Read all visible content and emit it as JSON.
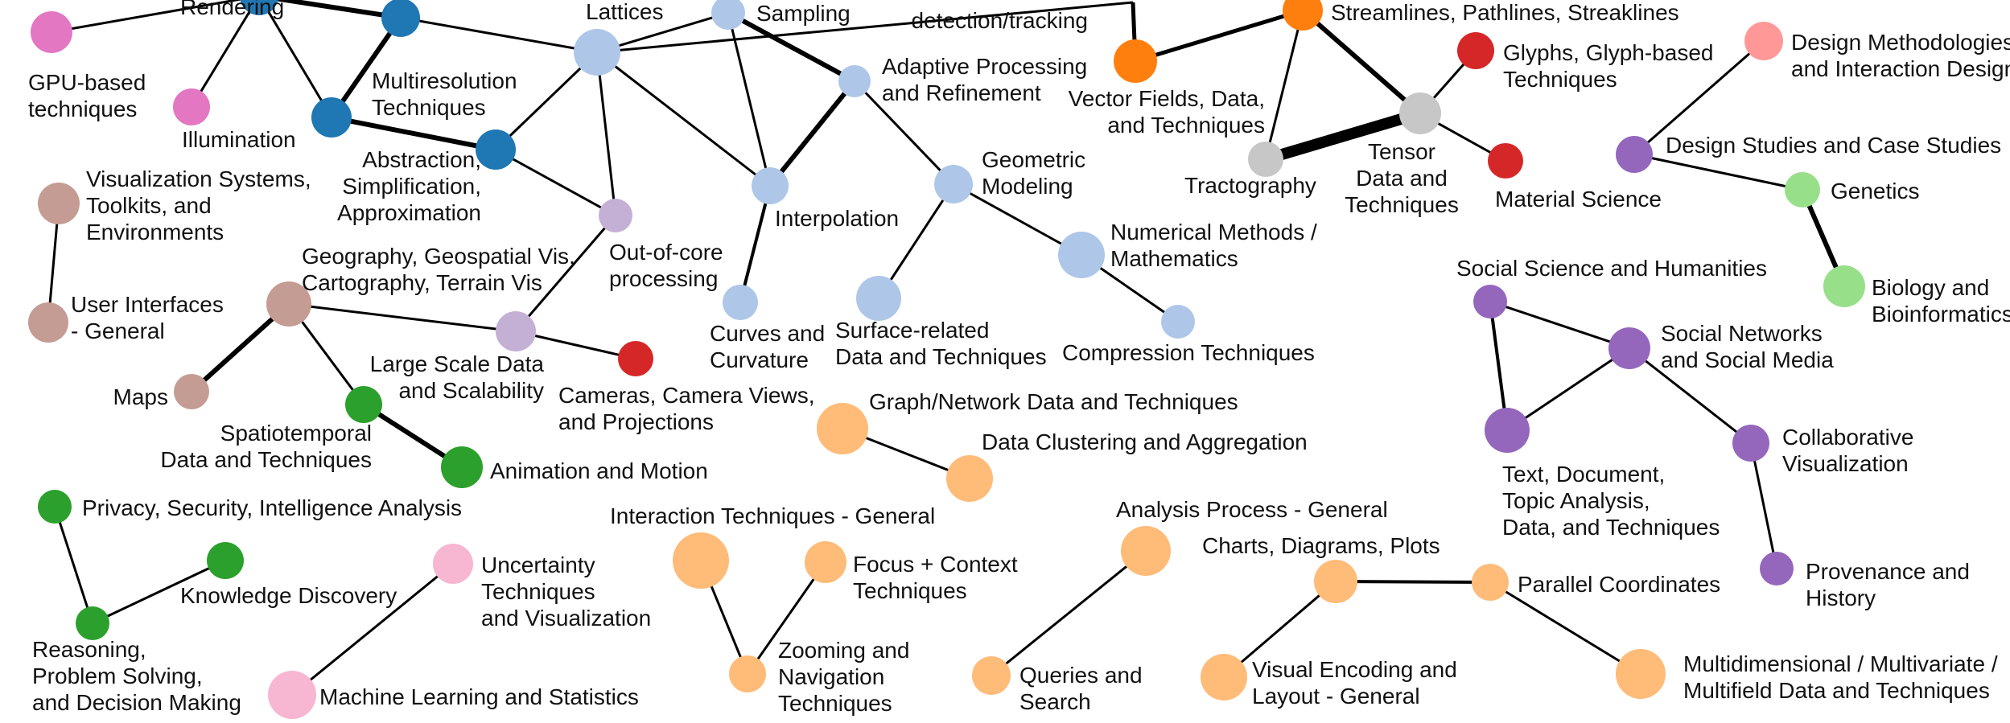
{
  "graph": {
    "nodes": [
      {
        "id": "gpu",
        "color": "#e377c2",
        "lines": [
          "GPU-based",
          "techniques"
        ]
      },
      {
        "id": "illumination",
        "color": "#e377c2",
        "lines": [
          "Illumination"
        ]
      },
      {
        "id": "rendering",
        "color": "#1f77b4",
        "lines": [
          "Rendering"
        ]
      },
      {
        "id": "multires",
        "color": "#1f77b4",
        "lines": [
          "Multiresolution",
          "Techniques"
        ]
      },
      {
        "id": "blue_center",
        "color": "#1f77b4",
        "lines": []
      },
      {
        "id": "abstraction",
        "color": "#1f77b4",
        "lines": [
          "Abstraction,",
          "Simplification,",
          "Approximation"
        ]
      },
      {
        "id": "lattices",
        "color": "#aec7e8",
        "lines": [
          "Lattices"
        ]
      },
      {
        "id": "sampling",
        "color": "#aec7e8",
        "lines": [
          "Sampling"
        ]
      },
      {
        "id": "adaptive",
        "color": "#aec7e8",
        "lines": [
          "Adaptive Processing",
          "and Refinement"
        ]
      },
      {
        "id": "interpolation",
        "color": "#aec7e8",
        "lines": [
          "Interpolation"
        ]
      },
      {
        "id": "curves",
        "color": "#aec7e8",
        "lines": [
          "Curves and",
          "Curvature"
        ]
      },
      {
        "id": "geometric",
        "color": "#aec7e8",
        "lines": [
          "Geometric",
          "Modeling"
        ]
      },
      {
        "id": "surface",
        "color": "#aec7e8",
        "lines": [
          "Surface-related",
          "Data and Techniques"
        ]
      },
      {
        "id": "numerical",
        "color": "#aec7e8",
        "lines": [
          "Numerical Methods /",
          "Mathematics"
        ]
      },
      {
        "id": "compression",
        "color": "#aec7e8",
        "lines": [
          "Compression Techniques"
        ]
      },
      {
        "id": "outofcore",
        "color": "#c5b0d5",
        "lines": [
          "Out-of-core",
          "processing"
        ]
      },
      {
        "id": "largescale",
        "color": "#c5b0d5",
        "lines": [
          "Large Scale Data",
          "and Scalability"
        ]
      },
      {
        "id": "cameras",
        "color": "#d62728",
        "lines": [
          "Cameras, Camera Views,",
          "and Projections"
        ]
      },
      {
        "id": "vissystems",
        "color": "#c49c94",
        "lines": [
          "Visualization Systems,",
          "Toolkits, and",
          "Environments"
        ]
      },
      {
        "id": "userinterfaces",
        "color": "#c49c94",
        "lines": [
          "User Interfaces",
          "- General"
        ]
      },
      {
        "id": "geography",
        "color": "#c49c94",
        "lines": [
          "Geography, Geospatial Vis,",
          "Cartography, Terrain Vis"
        ]
      },
      {
        "id": "maps",
        "color": "#c49c94",
        "lines": [
          "Maps"
        ]
      },
      {
        "id": "spatiotemporal",
        "color": "#2ca02c",
        "lines": [
          "Spatiotemporal",
          "Data and Techniques"
        ]
      },
      {
        "id": "animation",
        "color": "#2ca02c",
        "lines": [
          "Animation and Motion"
        ]
      },
      {
        "id": "patterndet",
        "color": "#ff7f0e",
        "lines": [
          "detection/tracking"
        ]
      },
      {
        "id": "vectorfields",
        "color": "#ff7f0e",
        "lines": [
          "Vector Fields, Data,",
          "and Techniques"
        ]
      },
      {
        "id": "streamlines",
        "color": "#ff7f0e",
        "lines": [
          "Streamlines, Pathlines, Streaklines"
        ]
      },
      {
        "id": "tractography",
        "color": "#c7c7c7",
        "lines": [
          "Tractography"
        ]
      },
      {
        "id": "tensor",
        "color": "#c7c7c7",
        "lines": [
          "Tensor",
          "Data and",
          "Techniques"
        ]
      },
      {
        "id": "glyphs",
        "color": "#d62728",
        "lines": [
          "Glyphs, Glyph-based",
          "Techniques"
        ]
      },
      {
        "id": "material",
        "color": "#d62728",
        "lines": [
          "Material Science"
        ]
      },
      {
        "id": "designmeth",
        "color": "#ff9896",
        "lines": [
          "Design Methodologies",
          "and Interaction Design"
        ]
      },
      {
        "id": "designstudies",
        "color": "#9467bd",
        "lines": [
          "Design Studies and Case Studies"
        ]
      },
      {
        "id": "genetics",
        "color": "#98df8a",
        "lines": [
          "Genetics"
        ]
      },
      {
        "id": "biology",
        "color": "#98df8a",
        "lines": [
          "Biology and",
          "Bioinformatics"
        ]
      },
      {
        "id": "socialscience",
        "color": "#9467bd",
        "lines": [
          "Social Science and Humanities"
        ]
      },
      {
        "id": "socialnet",
        "color": "#9467bd",
        "lines": [
          "Social Networks",
          "and Social Media"
        ]
      },
      {
        "id": "textdoc",
        "color": "#9467bd",
        "lines": [
          "Text, Document,",
          "Topic Analysis,",
          "Data, and Techniques"
        ]
      },
      {
        "id": "collab",
        "color": "#9467bd",
        "lines": [
          "Collaborative",
          "Visualization"
        ]
      },
      {
        "id": "provenance",
        "color": "#9467bd",
        "lines": [
          "Provenance and",
          "History"
        ]
      },
      {
        "id": "graphnet",
        "color": "#ffbb78",
        "lines": [
          "Graph/Network Data and Techniques"
        ]
      },
      {
        "id": "clustering",
        "color": "#ffbb78",
        "lines": [
          "Data Clustering and Aggregation"
        ]
      },
      {
        "id": "interactiongen",
        "color": "#ffbb78",
        "lines": [
          "Interaction Techniques - General"
        ]
      },
      {
        "id": "focus",
        "color": "#ffbb78",
        "lines": [
          "Focus + Context",
          "Techniques"
        ]
      },
      {
        "id": "zooming",
        "color": "#ffbb78",
        "lines": [
          "Zooming and",
          "Navigation",
          "Techniques"
        ]
      },
      {
        "id": "analysis",
        "color": "#ffbb78",
        "lines": [
          "Analysis Process - General"
        ]
      },
      {
        "id": "queries",
        "color": "#ffbb78",
        "lines": [
          "Queries and",
          "Search"
        ]
      },
      {
        "id": "charts",
        "color": "#ffbb78",
        "lines": [
          "Charts, Diagrams, Plots"
        ]
      },
      {
        "id": "parallel",
        "color": "#ffbb78",
        "lines": [
          "Parallel Coordinates"
        ]
      },
      {
        "id": "visualencoding",
        "color": "#ffbb78",
        "lines": [
          "Visual Encoding and",
          "Layout - General"
        ]
      },
      {
        "id": "multidim",
        "color": "#ffbb78",
        "lines": [
          "Multidimensional / Multivariate /",
          "Multifield Data and Techniques"
        ]
      },
      {
        "id": "privacy",
        "color": "#2ca02c",
        "lines": [
          "Privacy, Security, Intelligence Analysis"
        ]
      },
      {
        "id": "knowledge",
        "color": "#2ca02c",
        "lines": [
          "Knowledge Discovery"
        ]
      },
      {
        "id": "reasoning",
        "color": "#2ca02c",
        "lines": [
          "Reasoning,",
          "Problem Solving,",
          "and Decision Making"
        ]
      },
      {
        "id": "uncertainty",
        "color": "#f7b6d2",
        "lines": [
          "Uncertainty",
          "Techniques",
          "and Visualization"
        ]
      },
      {
        "id": "ml",
        "color": "#f7b6d2",
        "lines": [
          "Machine Learning and Statistics"
        ]
      }
    ]
  }
}
